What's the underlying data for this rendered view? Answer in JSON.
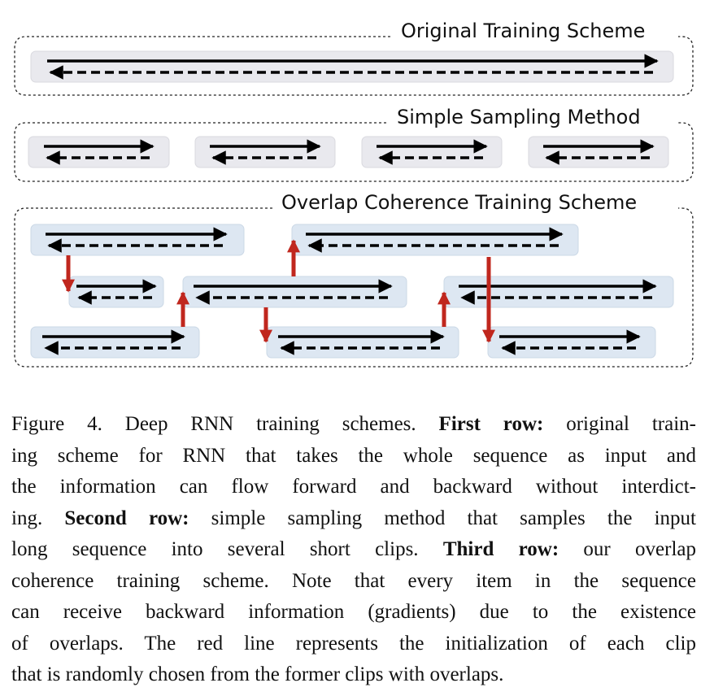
{
  "figure": {
    "rows": [
      {
        "title": "Original Training Scheme"
      },
      {
        "title": "Simple Sampling Method"
      },
      {
        "title": "Overlap Coherence Training Scheme"
      }
    ],
    "colors": {
      "clip_gray": "#e9e9ee",
      "clip_blue": "#dde7f2",
      "link_red": "#c0271e",
      "arrow": "#000000"
    }
  },
  "caption": {
    "lines": [
      [
        "Figure 4. Deep RNN training schemes. ",
        {
          "b": "First row:"
        },
        " original train-"
      ],
      [
        "ing scheme for RNN that takes the whole sequence as input and"
      ],
      [
        "the information can flow forward and backward without interdict-"
      ],
      [
        "ing. ",
        {
          "b": "Second row:"
        },
        " simple sampling method that samples the input"
      ],
      [
        "long sequence into several short clips.  ",
        {
          "b": "Third row:"
        },
        " our overlap"
      ],
      [
        "coherence training scheme. Note that every item in the sequence"
      ],
      [
        "can receive backward information (gradients) due to the existence"
      ],
      [
        "of overlaps.  The red line represents the initialization of each clip"
      ],
      [
        "that is randomly chosen from the former clips with overlaps."
      ]
    ]
  }
}
